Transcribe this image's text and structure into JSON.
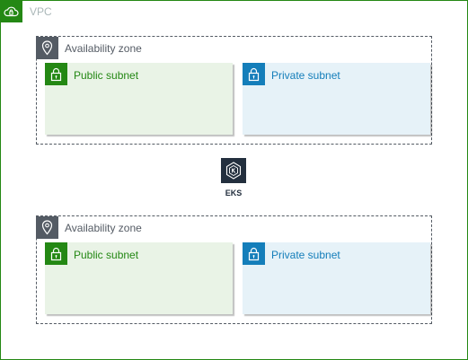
{
  "vpc": {
    "label": "VPC",
    "icon": "vpc-cloud-lock-icon",
    "color": "#248814"
  },
  "availability_zones": [
    {
      "label": "Availability zone",
      "icon": "location-pin-icon",
      "public_subnet": {
        "label": "Public subnet",
        "icon": "padlock-icon",
        "color": "#248814"
      },
      "private_subnet": {
        "label": "Private subnet",
        "icon": "padlock-icon",
        "color": "#147eba"
      }
    },
    {
      "label": "Availability zone",
      "icon": "location-pin-icon",
      "public_subnet": {
        "label": "Public subnet",
        "icon": "padlock-icon",
        "color": "#248814"
      },
      "private_subnet": {
        "label": "Private subnet",
        "icon": "padlock-icon",
        "color": "#147eba"
      }
    }
  ],
  "eks": {
    "label": "EKS",
    "icon": "eks-kubernetes-icon",
    "color": "#232f3e"
  }
}
